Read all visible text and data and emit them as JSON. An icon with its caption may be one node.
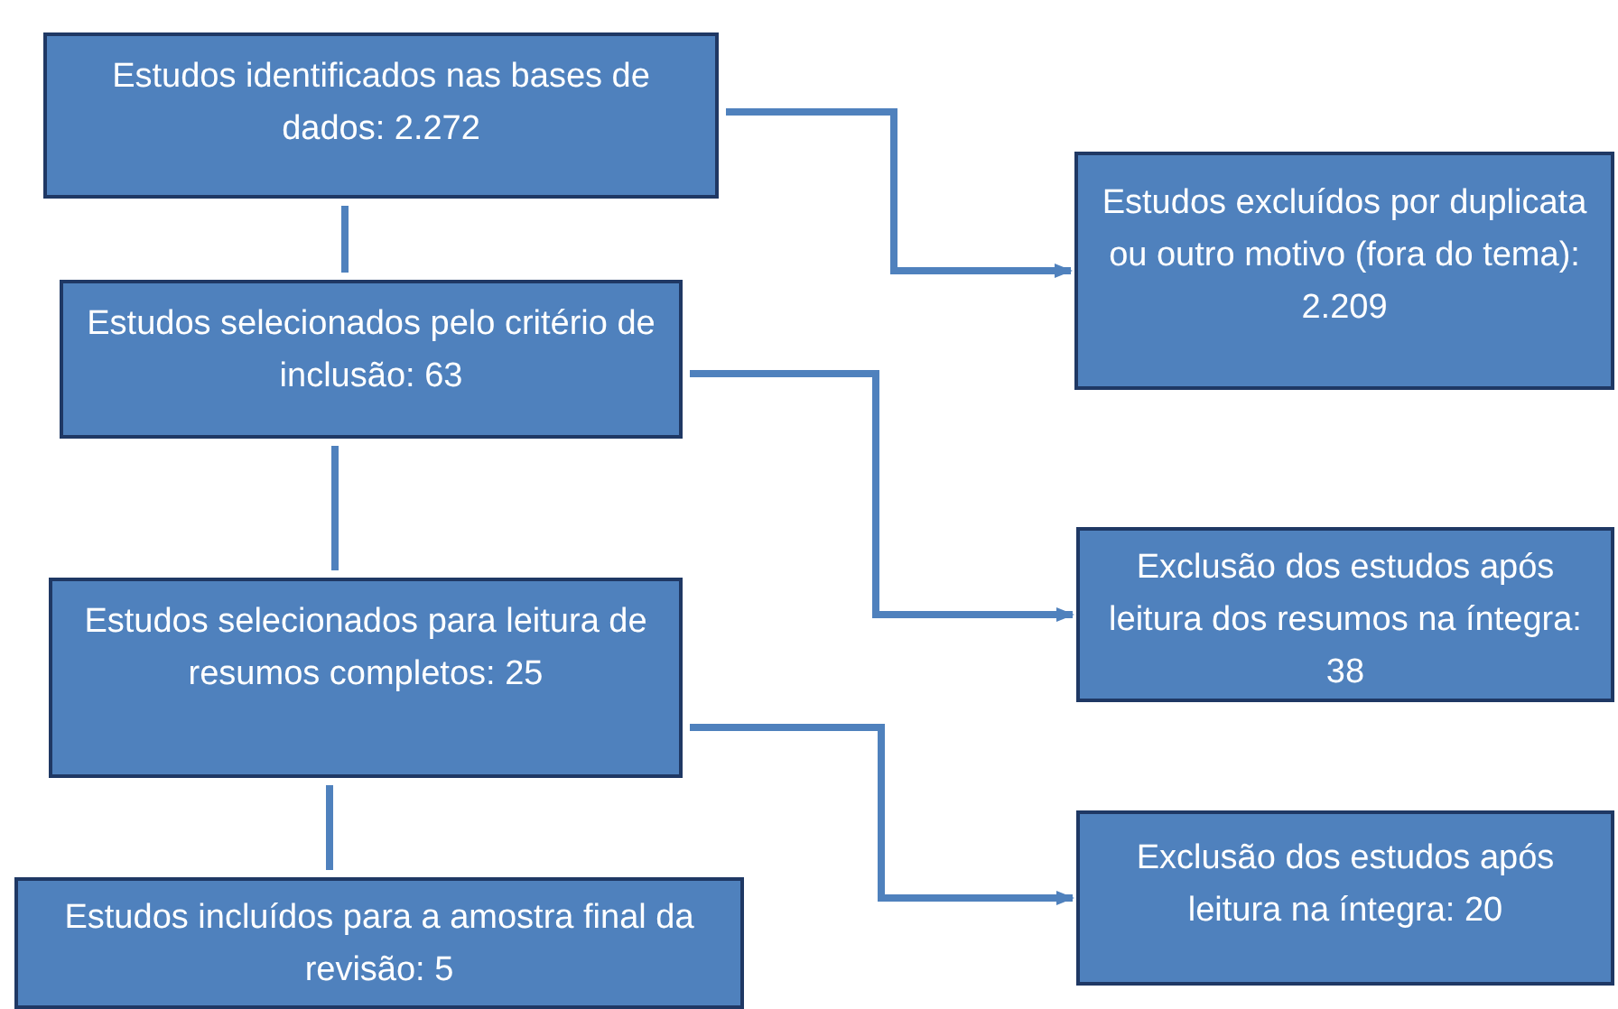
{
  "diagram": {
    "nodes": [
      {
        "text": [
          "Estudos identificados nas bases de dados: 2.272"
        ]
      },
      {
        "text": [
          "Estudos selecionados pelo critério de inclusão: 63"
        ]
      },
      {
        "text": [
          "Estudos selecionados para leitura de resumos completos: 25"
        ]
      },
      {
        "text": [
          "Estudos incluídos para a amostra final da revisão: 5"
        ]
      },
      {
        "text": [
          "Estudos excluídos por duplicata ou outro motivo (fora do tema): 2.209"
        ]
      },
      {
        "text": [
          "Exclusão dos estudos após leitura dos resumos na íntegra: 38"
        ]
      },
      {
        "text": [
          "Exclusão dos estudos após leitura na íntegra: 20"
        ]
      }
    ],
    "edges": [
      {
        "from": 0,
        "to": 1,
        "arrow": "none"
      },
      {
        "from": 1,
        "to": 2,
        "arrow": "none"
      },
      {
        "from": 2,
        "to": 3,
        "arrow": "none"
      },
      {
        "from": 0,
        "to": 4,
        "arrow": "to"
      },
      {
        "from": 1,
        "to": 5,
        "arrow": "to"
      },
      {
        "from": 2,
        "to": 6,
        "arrow": "to"
      }
    ]
  }
}
